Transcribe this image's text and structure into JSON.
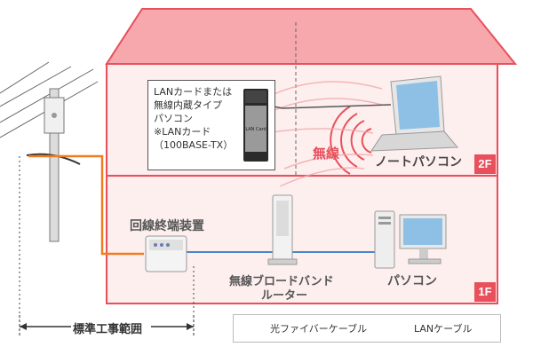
{
  "callout": {
    "lines": [
      "LANカードまたは",
      "無線内蔵タイプ",
      "パソコン",
      "※LANカード",
      "（100BASE-TX）"
    ],
    "card_text": "LAN Card"
  },
  "floors": {
    "upper": "2F",
    "lower": "1F"
  },
  "labels": {
    "wireless": "無線",
    "notebook": "ノートパソコン",
    "onu": "回線終端装置",
    "router_line1": "無線ブロードバンド",
    "router_line2": "ルーター",
    "desktop": "パソコン",
    "scope": "標準工事範囲"
  },
  "legend": {
    "fiber": "光ファイバーケーブル",
    "lan": "LANケーブル"
  },
  "colors": {
    "roof": "#f7a8ad",
    "wall_outline": "#e8505b",
    "interior": "#fde6e7",
    "fiber_cable": "#f07c1f",
    "lan_cable": "#4a86c6",
    "wireless_waves": "#e8505b",
    "wireless_text": "#e8505b"
  }
}
